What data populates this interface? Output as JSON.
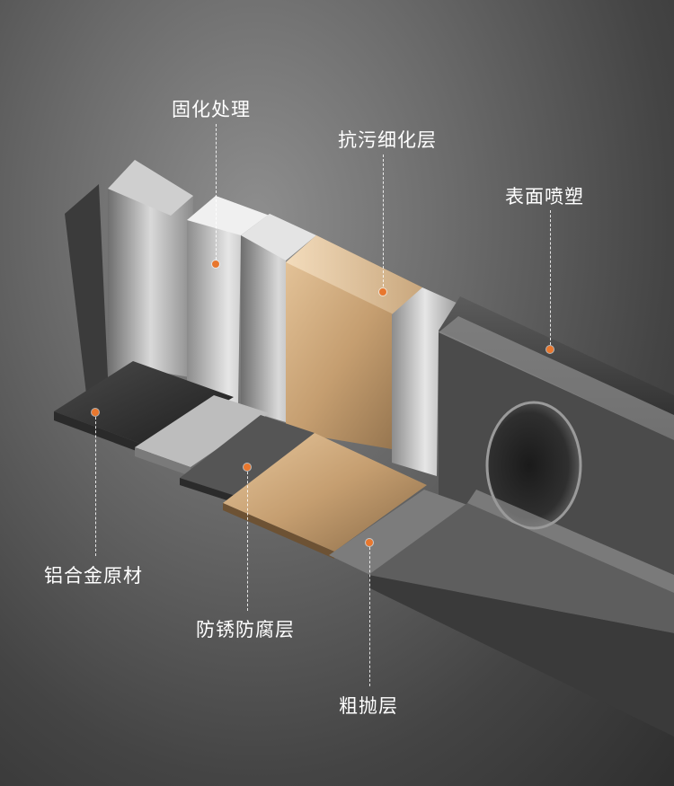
{
  "accent_color": "#e8772e",
  "layers": {
    "curing": "固化处理",
    "anti_fouling": "抗污细化层",
    "powder_coating": "表面喷塑",
    "aluminum_base": "铝合金原材",
    "anti_rust": "防锈防腐层",
    "rough_polish": "粗抛层"
  }
}
